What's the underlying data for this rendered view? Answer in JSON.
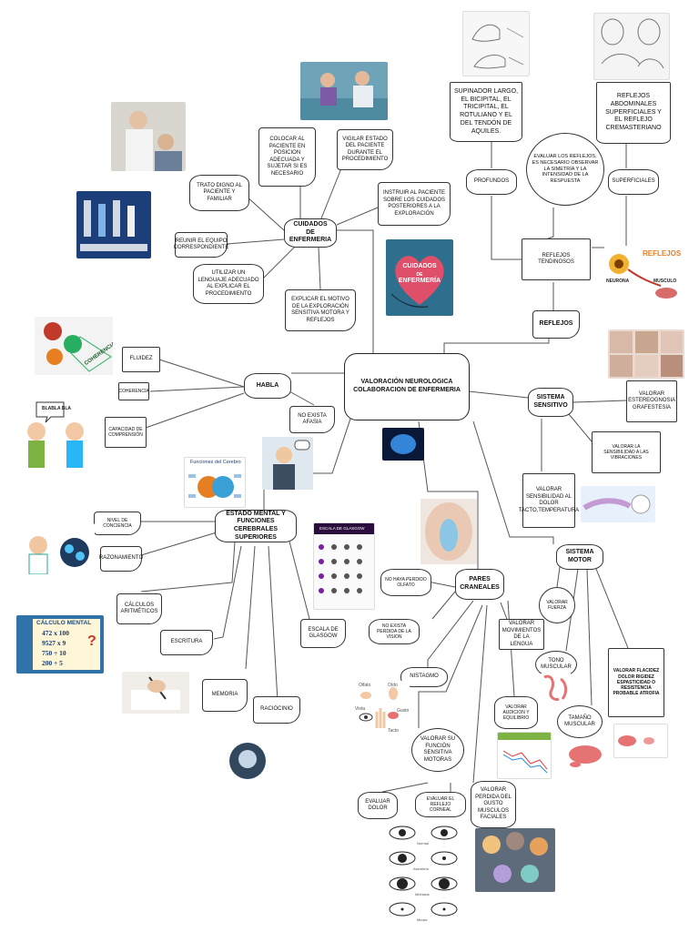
{
  "center": {
    "title": "VALORACIÓN NEUROLOGICA COLABORACION DE ENFERMERIA"
  },
  "cuidados": {
    "title": "CUIDADOS DE ENFERMERIA",
    "items": {
      "colocar": "COLOCAR AL PACIENTE EN POSICION ADECUADA Y SUJETAR SI ES NECESARIO",
      "vigilar": "VIGILAR ESTADO DEL PACIENTE DURANTE EL PROCEDIMIENTO",
      "trato": "TRATO DIGNO AL PACIENTE Y FAMILIAR",
      "instruir": "INSTRUIR AL PACIENTE SOBRE LOS CUIDADOS POSTERIORES A LA EXPLORACIÓN",
      "reunir": "REUNIR EL EQUIPO CORRESPONDIENTE",
      "lenguaje": "UTILIZAR UN LENGUAJE ADECUADO AL EXPLICAR EL PROCEDIMIENTO",
      "explicar": "EXPLICAR EL MOTIVO DE LA EXPLORACIÓN SENSITIVA MOTORA Y REFLEJOS"
    },
    "card": {
      "line1": "CUIDADOS",
      "line2": "DE",
      "line3": "ENFERMERÍA"
    }
  },
  "reflejos": {
    "title": "REFLEJOS",
    "tendinosos": "REFLEJOS TENDINOSOS",
    "profundos": "PROFUNDOS",
    "superficiales": "SUPERFICIALES",
    "evaluar": "EVALUAR LOS REFLEJOS, ES NECESARIO OBSERVAR LA SIMETRÍA Y LA INTENSIDAD DE LA RESPUESTA",
    "profundos_list": "SUPINADOR LARGO, EL BICIPITAL, EL TRICIPITAL, EL ROTULIANO Y EL DEL TENDÓN DE AQUILES.",
    "superficiales_list": "REFLEJOS ABDOMINALES SUPERFICIALES Y EL REFLEJO CREMASTERIANO",
    "img_title": "REFLEJOS",
    "img_neurona": "NEURONA",
    "img_musculo": "MUSCULO"
  },
  "habla": {
    "title": "HABLA",
    "fluidez": "FLUIDEZ",
    "coherencia": "COHERENCIA",
    "capacidad": "CAPACIDAD DE COMPRENSIÓN",
    "afasia": "NO EXISTA AFASIA",
    "bubble": "BLABLA BLA",
    "gears_label": "COHERENCIA"
  },
  "sensitivo": {
    "title": "SISTEMA SENSITIVO",
    "estereo": "VALORAR ESTEREOGNOSIA GRAFESTESIA",
    "vibrantes": "VALORAR LA SENSIBILIDAD A LAS VIBRACIONES",
    "dolor": "VALORAR SENSIBILIDAD AL DOLOR TACTO,TEMPERATURA"
  },
  "mental": {
    "title": "ESTADO MENTAL Y FUNCIONES CEREBRALES SUPERIORES",
    "conciencia": "NIVEL DE CONCIENCIA",
    "razonamiento": "RAZONAMIENTO",
    "calculos": "CÁLCULOS ARITMÉTICOS",
    "escritura": "ESCRITURA",
    "memoria": "MEMORIA",
    "raciocinio": "RACIOCINIO",
    "glasgow": "ESCALA DE GLASGOW",
    "funciones_title": "Funciones del Cerebro",
    "glasgow_img_title": "ESCALA DE GLASGOW",
    "calc": {
      "title": "CÁLCULO MENTAL",
      "lines": [
        "472 x 100",
        "9527 x 9",
        "750 ÷ 10",
        "200 ÷ 5"
      ],
      "mark": "?"
    }
  },
  "motor": {
    "title": "SISTEMA MOTOR",
    "fuerza": "VALORAR FUERZA",
    "tono": "TONO MUSCULAR",
    "tamano": "TAMAÑO MUSCULAR",
    "flacidez": "VALORAR FLACIDEZ DOLOR RIGIDEZ ESPASTICIDAD O RESISTENCIA PROBABLE ATROFIA"
  },
  "pares": {
    "title": "PARES CRANEALES",
    "olfato": "NO HAYA PERDIDO OLFATO",
    "vision": "NO EXISTA PERDIDA DE LA VISION",
    "nistagmo": "NISTAGMO",
    "lengua": "VALORAR MOVIMIENTOS DE LA LENGUA",
    "audicion": "VALORAR AUDICION Y EQUILIBRIO",
    "funcion": "VALORAR SU FUNCIÓN SENSITIVA MOTORAS",
    "gusto": "VALORAR PERDIDA DEL GUSTO MUSCULOS FACIALES",
    "evaluar_dolor": "EVALUAR DOLOR",
    "corneal": "EVALUAR EL REFLEJO CORNEAL",
    "senses": {
      "olfato": "Olfato",
      "oido": "Oído",
      "vista": "Vista",
      "gusto": "Gusto",
      "tacto": "Tacto"
    },
    "eye_captions": [
      "Normal",
      "Asimetría",
      "Midriasis",
      "Miosis"
    ]
  },
  "colors": {
    "line": "#555555",
    "card_teal": "#2e6f8e",
    "card_pink": "#e04f6a",
    "calc_bg": "#2f73a8",
    "gear_red": "#c0392b",
    "gear_green": "#27ae60",
    "gear_orange": "#e67e22"
  }
}
